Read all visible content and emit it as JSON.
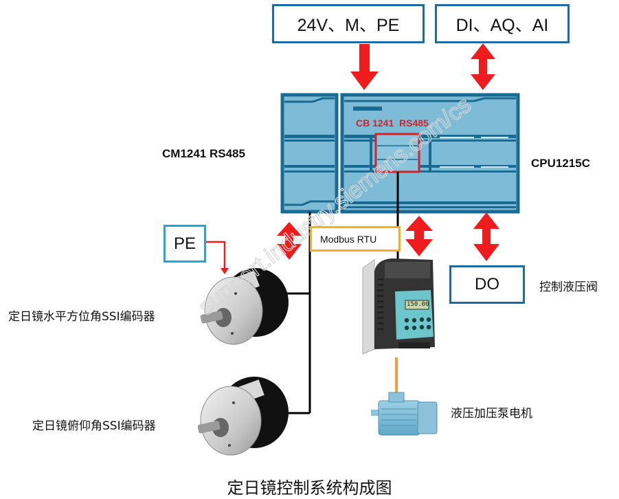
{
  "diagram": {
    "title": "定日镜控制系统构成图",
    "power_box": "24V、M、PE",
    "io_box": "DI、AQ、AI",
    "cm_label": "CM1241 RS485",
    "cpu_label": "CPU1215C",
    "cb_label": "CB 1241  RS485",
    "pe_box": "PE",
    "modbus_label": "Modbus RTU",
    "do_box": "DO",
    "do_desc": "控制液压阀",
    "encoder1_label": "定日镜水平方位角SSI编码器",
    "encoder2_label": "定日镜俯仰角SSI编码器",
    "motor_label": "液压加压泵电机",
    "vfd_display": "150.00",
    "colors": {
      "arrow": "#ee1c1c",
      "box_border": "#1d6aa5",
      "pe_border": "#27a3d8",
      "modbus_border": "#f2b01e",
      "plc_fill": "#7dbbd6",
      "plc_stroke": "#1a6b94",
      "cb_highlight": "#d92027",
      "cable_orange": "#f0a040"
    }
  }
}
